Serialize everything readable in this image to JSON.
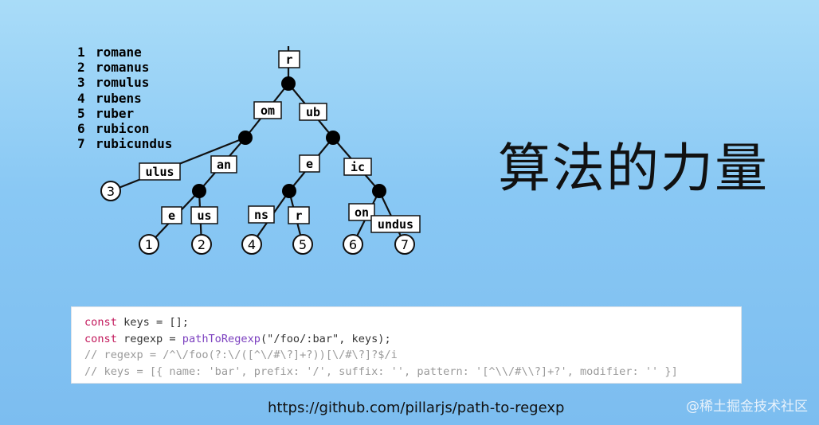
{
  "wordlist": [
    {
      "num": "1",
      "word": "romane"
    },
    {
      "num": "2",
      "word": "romanus"
    },
    {
      "num": "3",
      "word": "romulus"
    },
    {
      "num": "4",
      "word": "rubens"
    },
    {
      "num": "5",
      "word": "ruber"
    },
    {
      "num": "6",
      "word": "rubicon"
    },
    {
      "num": "7",
      "word": "rubicundus"
    }
  ],
  "tree": {
    "labels": {
      "root": "r",
      "om": "om",
      "ub": "ub",
      "ulus": "ulus",
      "an": "an",
      "e_left": "e",
      "ic": "ic",
      "e_bottom": "e",
      "us": "us",
      "ns": "ns",
      "r_leaf": "r",
      "on": "on",
      "undus": "undus"
    },
    "leaves": {
      "leaf1": "1",
      "leaf2": "2",
      "leaf3": "3",
      "leaf4": "4",
      "leaf5": "5",
      "leaf6": "6",
      "leaf7": "7"
    }
  },
  "title": "算法的力量",
  "code": {
    "line1": {
      "kw": "const",
      "rest": " keys = [];"
    },
    "line2": {
      "kw": "const",
      "mid": " regexp = ",
      "fn": "pathToRegexp",
      "rest": "(\"/foo/:bar\", keys);"
    },
    "line3": "// regexp = /^\\/foo(?:\\/([^\\/#\\?]+?))[\\/#\\?]?$/i",
    "line4": "// keys = [{ name: 'bar', prefix: '/', suffix: '', pattern: '[^\\\\/#\\\\?]+?', modifier: '' }]"
  },
  "url": "https://github.com/pillarjs/path-to-regexp",
  "watermark": "@稀土掘金技术社区"
}
